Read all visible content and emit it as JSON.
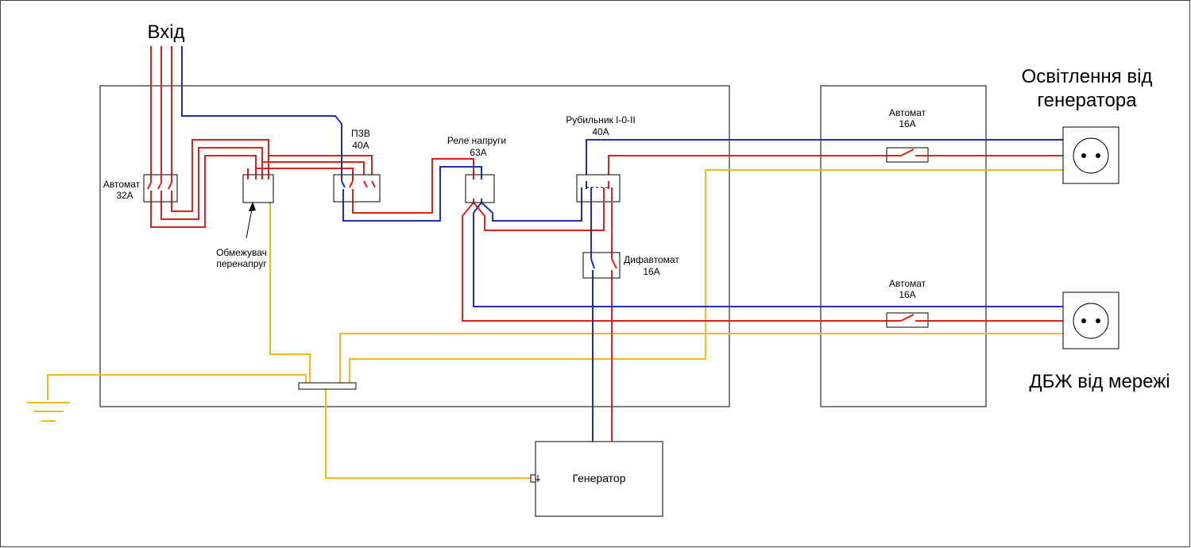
{
  "title": "Вхід",
  "labels": {
    "avtomat_32": [
      "Автомат",
      "32А"
    ],
    "obmezhuvach": [
      "Обмежувач",
      "перенапруг"
    ],
    "pzv": [
      "ПЗВ",
      "40А"
    ],
    "rele": [
      "Реле напруги",
      "63А"
    ],
    "rubylnyk": [
      "Рубильник I-0-II",
      "40А"
    ],
    "dyfavtomat": [
      "Дифавтомат",
      "16А"
    ],
    "generator": "Генератор",
    "avtomat_16_top": [
      "Автомат",
      "16А"
    ],
    "avtomat_16_bottom": [
      "Автомат",
      "16А"
    ],
    "osvitlennia": [
      "Освітлення від",
      "генератора"
    ],
    "dbzh": "ДБЖ від мережі"
  },
  "colors": {
    "phase": "#e0201c",
    "neutral": "#1f2fb8",
    "ground": "#f5b820",
    "outline": "#000000"
  },
  "icons": {
    "ground_symbol": "ground-icon",
    "socket": "socket-icon",
    "switch": "switch-icon",
    "generator_plug": "plug-icon"
  }
}
